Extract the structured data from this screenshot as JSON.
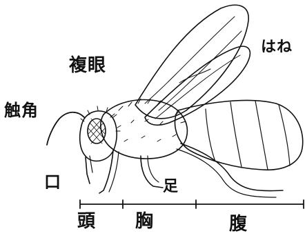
{
  "labels": {
    "wing": "はね",
    "compound_eye": "複眼",
    "antenna": "触角",
    "mouth": "口",
    "leg": "足",
    "head": "頭",
    "thorax": "胸",
    "abdomen": "腹"
  },
  "colors": {
    "ink": "#111111",
    "background": "#ffffff"
  }
}
